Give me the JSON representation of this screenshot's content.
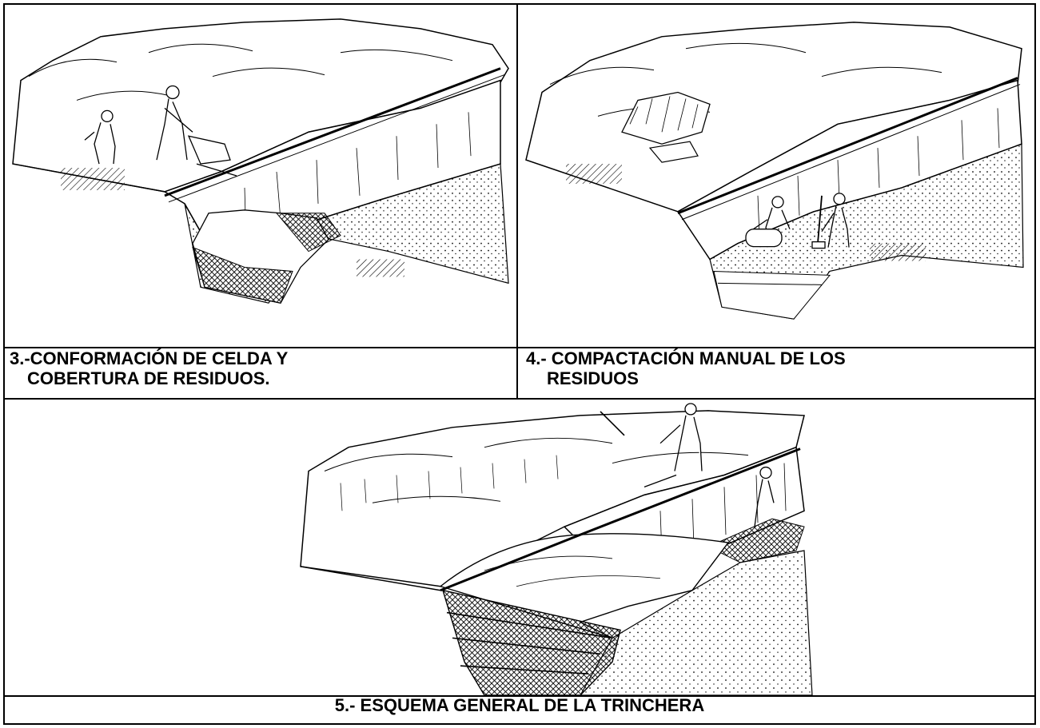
{
  "panels": {
    "p3": {
      "caption_line1": "3.-CONFORMACIÓN DE CELDA  Y",
      "caption_line2": "COBERTURA  DE RESIDUOS."
    },
    "p4": {
      "caption_line1": "4.- COMPACTACIÓN MANUAL DE LOS",
      "caption_line2": "RESIDUOS"
    },
    "p5": {
      "caption": "5.- ESQUEMA GENERAL DE LA TRINCHERA"
    }
  },
  "colors": {
    "ink": "#000000",
    "paper": "#ffffff"
  }
}
